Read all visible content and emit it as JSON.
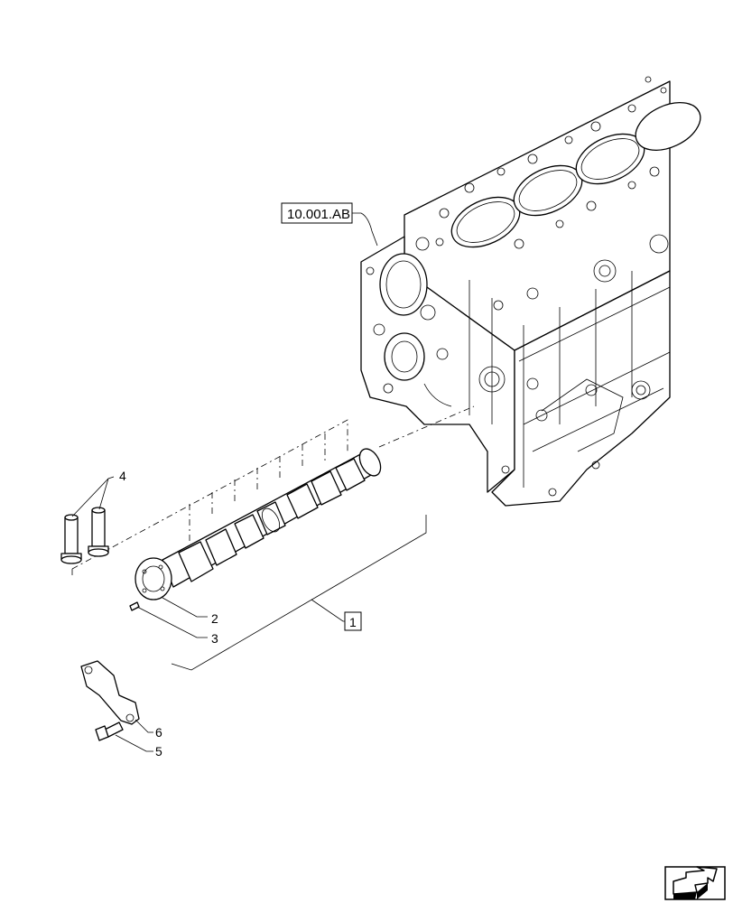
{
  "reference_label": "10.001.AB",
  "item_box_label": "1",
  "callouts": [
    {
      "id": "2",
      "text": "2"
    },
    {
      "id": "3",
      "text": "3"
    },
    {
      "id": "4",
      "text": "4"
    },
    {
      "id": "5",
      "text": "5"
    },
    {
      "id": "6",
      "text": "6"
    }
  ],
  "icons": {
    "nav": "navigation-arrow-icon"
  }
}
